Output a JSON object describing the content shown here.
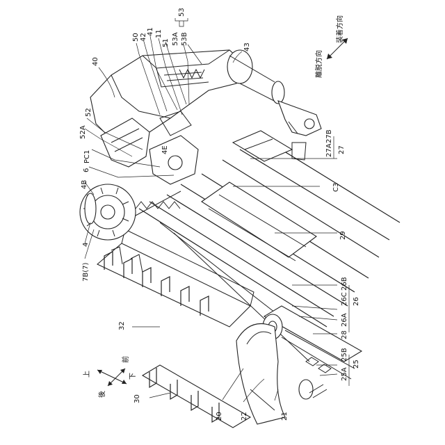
{
  "labels": {
    "l40": "40",
    "l50": "50",
    "l42": "42",
    "l41": "41",
    "l11": "11",
    "l51": "51",
    "l53A": "53A",
    "l53B": "53B",
    "l53": "53",
    "l43": "43",
    "l52": "52",
    "l52A": "52A",
    "lPC1": "PC1",
    "l6": "6",
    "l4E": "4E",
    "l4B": "4B",
    "l4": "4",
    "l7B": "7B(7)",
    "l27A": "27A",
    "l27B": "27B",
    "l27": "27",
    "lC3": "C3",
    "l29": "29",
    "l26A": "26A",
    "l26C": "26C",
    "l26B": "26B",
    "l26": "26",
    "l28": "28",
    "l25A": "25A",
    "l25B": "25B",
    "l25": "25",
    "l32": "32",
    "l30": "30",
    "l20": "20",
    "l22": "22",
    "l21": "21"
  },
  "direction_text": {
    "detach": "離脱方向",
    "attach": "装着方向",
    "up": "上",
    "down": "下",
    "front": "前",
    "rear": "後"
  }
}
